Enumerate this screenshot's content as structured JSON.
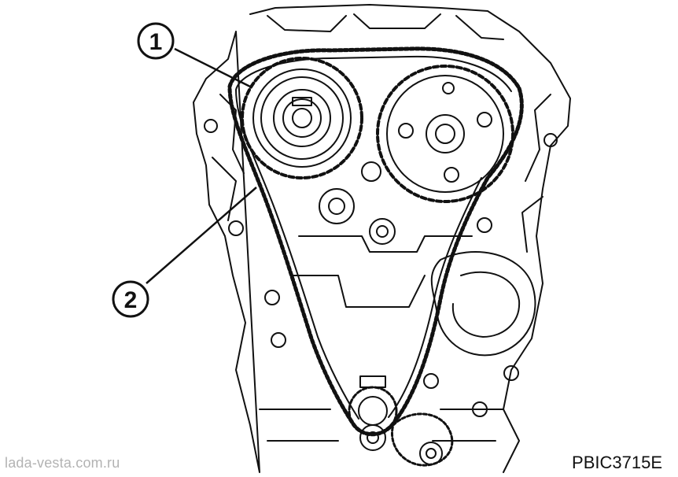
{
  "callouts": [
    {
      "number": "1",
      "part": "camshaft-sprocket"
    },
    {
      "number": "2",
      "part": "timing-chain"
    }
  ],
  "watermark": "lada-vesta.com.ru",
  "figure_code": "PBIC3715E",
  "colors": {
    "line": "#111111",
    "background": "#ffffff",
    "watermark": "#b3b3b3"
  }
}
